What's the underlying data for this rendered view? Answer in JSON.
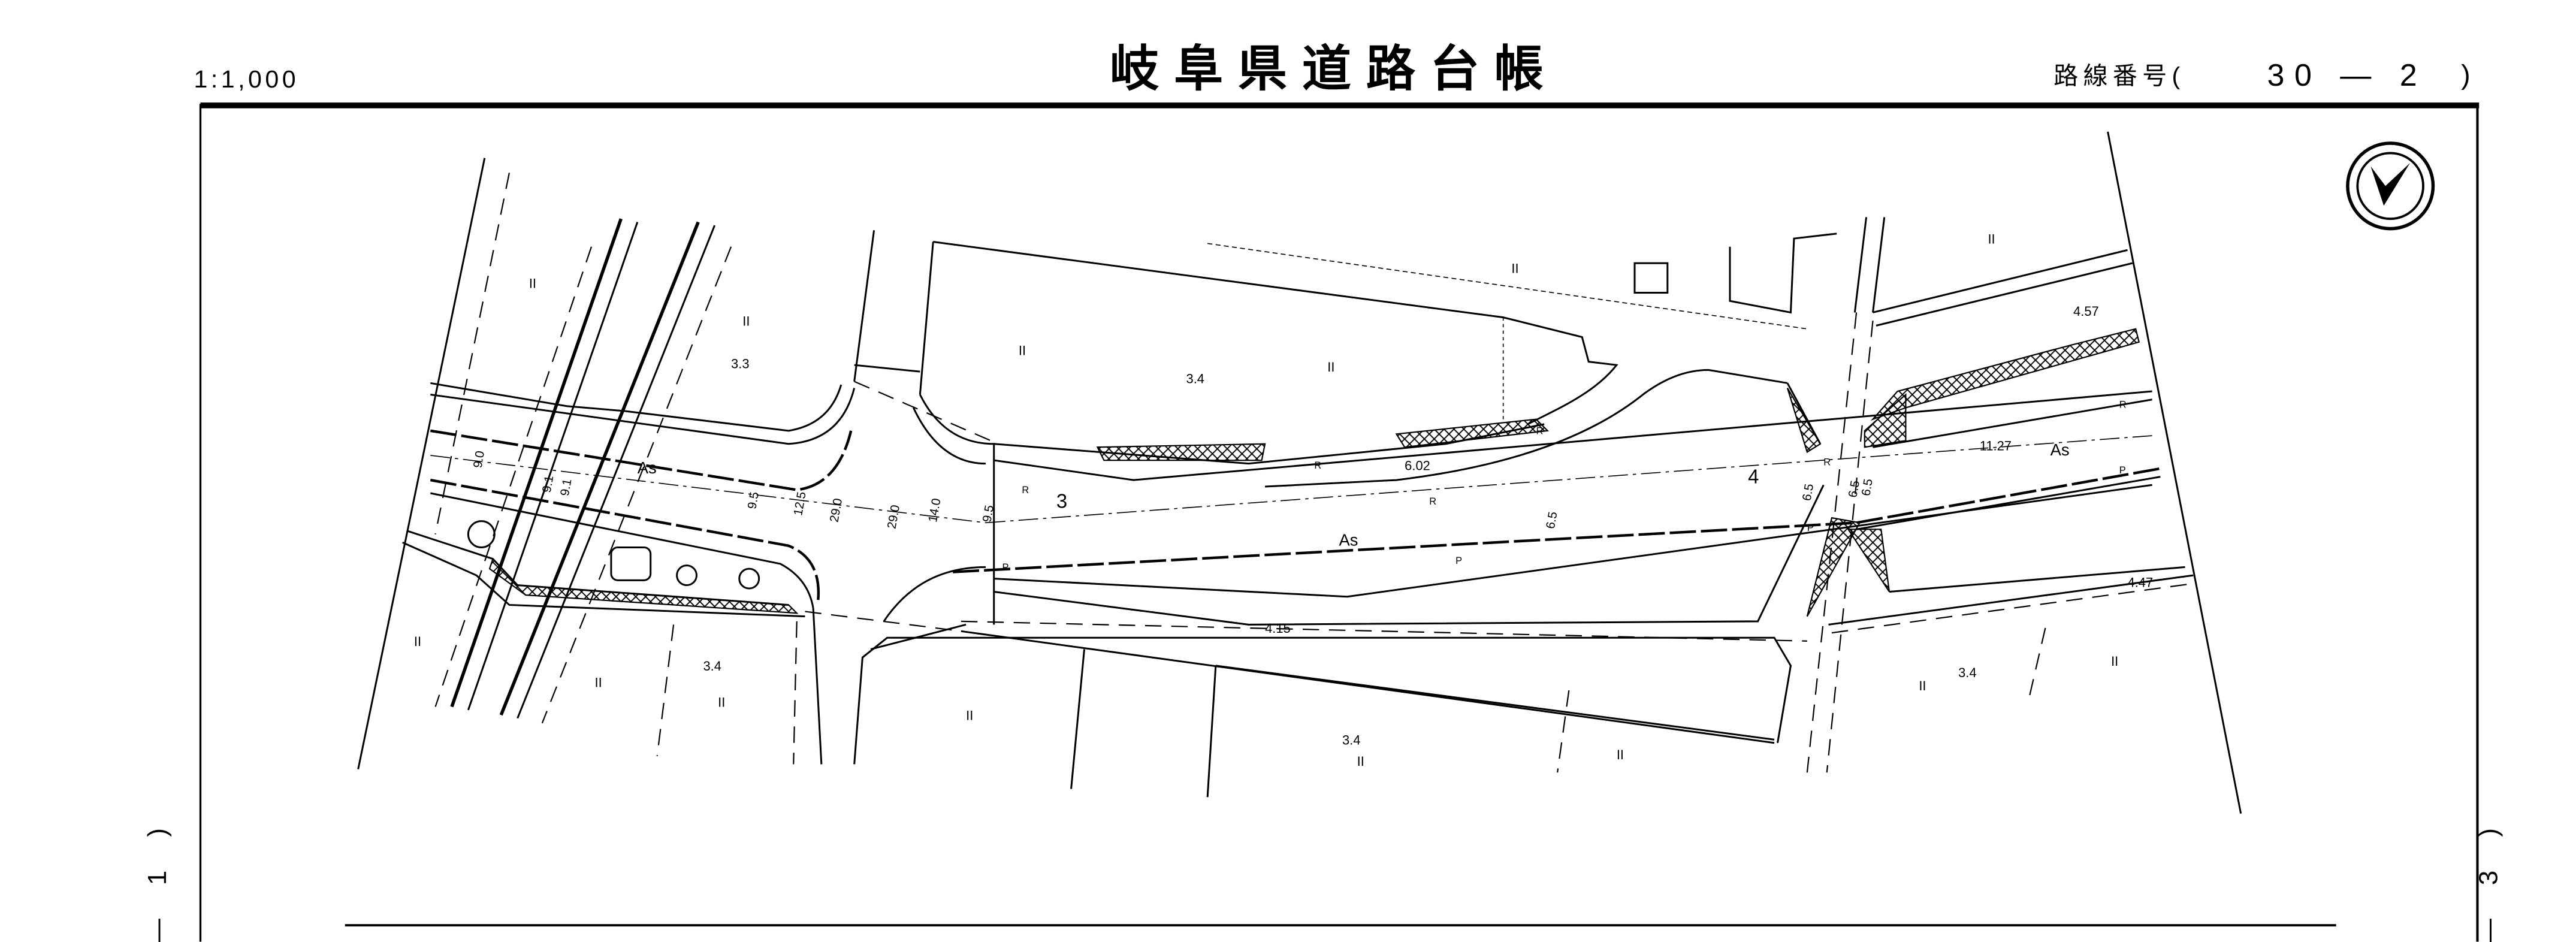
{
  "header": {
    "scale": "1:1,000",
    "title": "岐阜県道路台帳",
    "route_label": "路線番号(",
    "route_number": "30 — 2",
    "route_close": ")"
  },
  "side_marks": {
    "left": "— 1 )",
    "right": "— 3 )"
  },
  "map": {
    "north_symbol": "north-arrow-icon",
    "surface_labels": [
      "As",
      "As",
      "As"
    ],
    "elevations": [
      "3.3",
      "3.4",
      "3.4",
      "3.4",
      "3.4",
      "6.02",
      "4.15",
      "11.27",
      "4.57",
      "4.47"
    ],
    "stations": [
      "3",
      "4"
    ],
    "widths": [
      "9.0",
      "9.1",
      "9.1",
      "9.5",
      "12.5",
      "29.0",
      "29.0",
      "14.0",
      "9.5",
      "6.5",
      "6.5",
      "6.5",
      "6.5"
    ],
    "markers": {
      "r": "R",
      "p": "P",
      "parallel": "II"
    }
  }
}
